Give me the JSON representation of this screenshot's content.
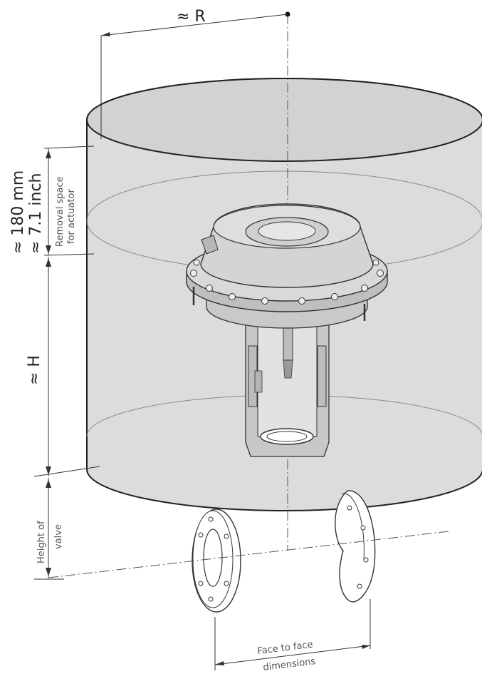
{
  "labels": {
    "radius": "≈ R",
    "removal_mm": "≈ 180 mm",
    "removal_inch": "≈ 7.1 inch",
    "removal_line1": "Removal space",
    "removal_line2": "for actuator",
    "height_h": "≈ H",
    "valve_line1": "Height of",
    "valve_line2": "valve",
    "face_line1": "Face to face",
    "face_line2": "dimensions"
  }
}
